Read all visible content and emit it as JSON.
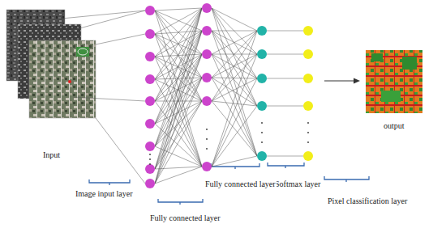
{
  "diagram": {
    "labels": [
      "output",
      "Input",
      "Fully connected layer",
      "Softmax layer",
      "Image input layer",
      "Pixel classification layer",
      "Fully connected layer"
    ]
  }
}
